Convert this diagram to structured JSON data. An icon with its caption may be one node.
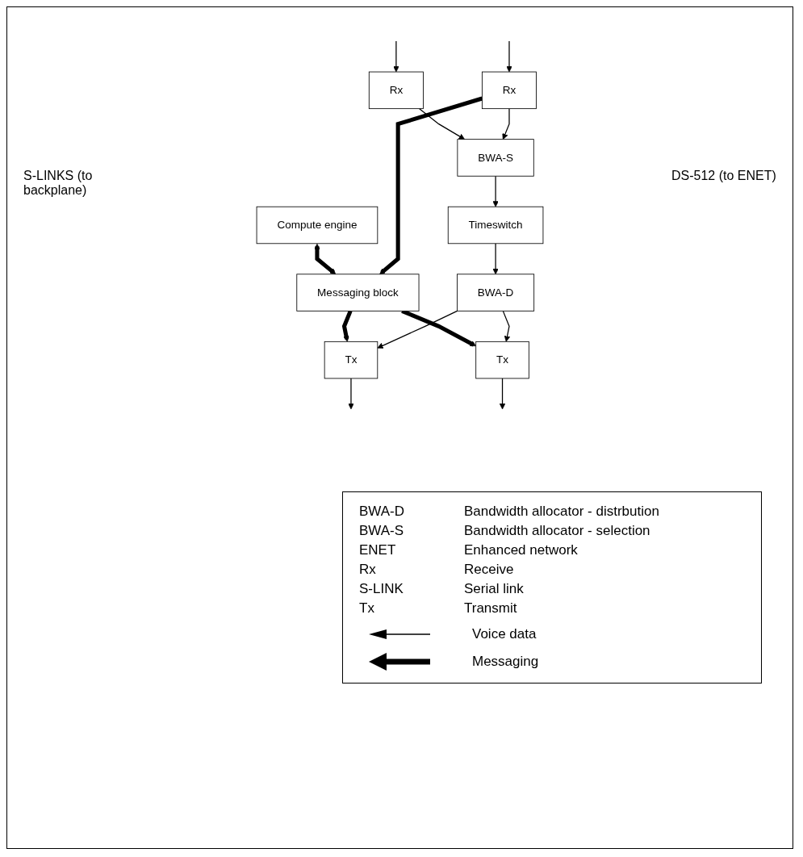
{
  "diagram": {
    "nodes": [
      {
        "text": [
          "Compute engine"
        ]
      },
      {
        "text": [
          "Messaging block"
        ]
      },
      {
        "text": [
          "Rx"
        ]
      },
      {
        "text": [
          "BWA-S"
        ]
      },
      {
        "text": [
          "Rx"
        ]
      },
      {
        "text": [
          "Tx"
        ]
      },
      {
        "text": [
          "Timeswitch"
        ]
      },
      {
        "text": [
          "Tx"
        ]
      },
      {
        "text": [
          "BWA-D"
        ]
      }
    ],
    "edges": [
      {
        "from": 0,
        "to": 1,
        "arrow": "both",
        "style": "thick"
      },
      {
        "from": 1,
        "to": 5,
        "arrow": "to",
        "style": "thick"
      },
      {
        "from": 1,
        "to": 7,
        "arrow": "to",
        "style": "thick"
      },
      {
        "from": 4,
        "to": 1,
        "arrow": "to",
        "style": "thick"
      },
      {
        "from": null,
        "to": 2,
        "arrow": "to"
      },
      {
        "from": 2,
        "to": 3,
        "arrow": "to"
      },
      {
        "from": 4,
        "to": 3,
        "arrow": "to"
      },
      {
        "from": null,
        "to": 4,
        "arrow": "to"
      },
      {
        "from": 3,
        "to": 6,
        "arrow": "to"
      },
      {
        "from": 6,
        "to": 8,
        "arrow": "to"
      },
      {
        "from": 8,
        "to": 5,
        "arrow": "to"
      },
      {
        "from": 8,
        "to": 7,
        "arrow": "to"
      },
      {
        "from": 5,
        "to": null,
        "arrow": "to"
      },
      {
        "from": 7,
        "to": null,
        "arrow": "to"
      }
    ],
    "labels": [
      "S-LINKS (to backplane)",
      "DS-512 (to ENET)",
      "BWA-D",
      "Bandwidth allocator - distrbution",
      "BWA-S",
      "Bandwidth allocator - selection",
      "ENET",
      "Enhanced network",
      "Rx",
      "Receive",
      "S-LINK",
      "Serial link",
      "Tx",
      "Transmit"
    ],
    "legend": [
      {
        "text": "Voice data"
      },
      {
        "text": "Messaging"
      }
    ]
  }
}
